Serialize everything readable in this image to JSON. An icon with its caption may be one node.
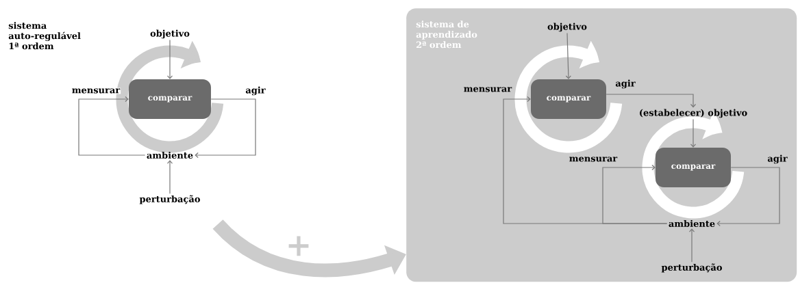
{
  "diagram": {
    "nodes": [
      {
        "text": [
          "objetivo"
        ]
      },
      {
        "text": [
          "comparar"
        ]
      },
      {
        "text": [
          "ambiente"
        ]
      },
      {
        "text": [
          "perturbação"
        ]
      },
      {
        "text": [
          "sistema de aprendizado 2ª ordem"
        ]
      },
      {
        "text": [
          "objetivo"
        ],
        "in": 4
      },
      {
        "text": [
          "comparar"
        ],
        "in": 4
      },
      {
        "text": [
          "(estabelecer) objetivo"
        ],
        "in": 4
      },
      {
        "text": [
          "comparar"
        ],
        "in": 4
      },
      {
        "text": [
          "ambiente"
        ],
        "in": 4
      },
      {
        "text": [
          "perturbação"
        ],
        "in": 4
      }
    ],
    "edges": [
      {
        "from": 0,
        "to": 1,
        "arrow": "to"
      },
      {
        "from": 1,
        "to": 2,
        "arrow": "to",
        "label": "agir"
      },
      {
        "from": 2,
        "to": 1,
        "arrow": "to",
        "label": "mensurar"
      },
      {
        "from": 3,
        "to": 2,
        "arrow": "to"
      },
      {
        "from": null,
        "to": 4,
        "arrow": "to",
        "label": "+",
        "style": "thick",
        "color": "#cccccc"
      },
      {
        "from": 5,
        "to": 6,
        "arrow": "to"
      },
      {
        "from": 6,
        "to": 7,
        "arrow": "to",
        "label": "agir"
      },
      {
        "from": 7,
        "to": 8,
        "arrow": "to"
      },
      {
        "from": 8,
        "to": 9,
        "arrow": "to",
        "label": "agir"
      },
      {
        "from": 9,
        "to": 8,
        "arrow": "to",
        "label": "mensurar"
      },
      {
        "from": 9,
        "to": 6,
        "arrow": "to",
        "label": "mensurar"
      },
      {
        "from": 10,
        "to": 9,
        "arrow": "to"
      }
    ],
    "labels": [
      "sistema auto-regulável 1ª ordem"
    ]
  }
}
